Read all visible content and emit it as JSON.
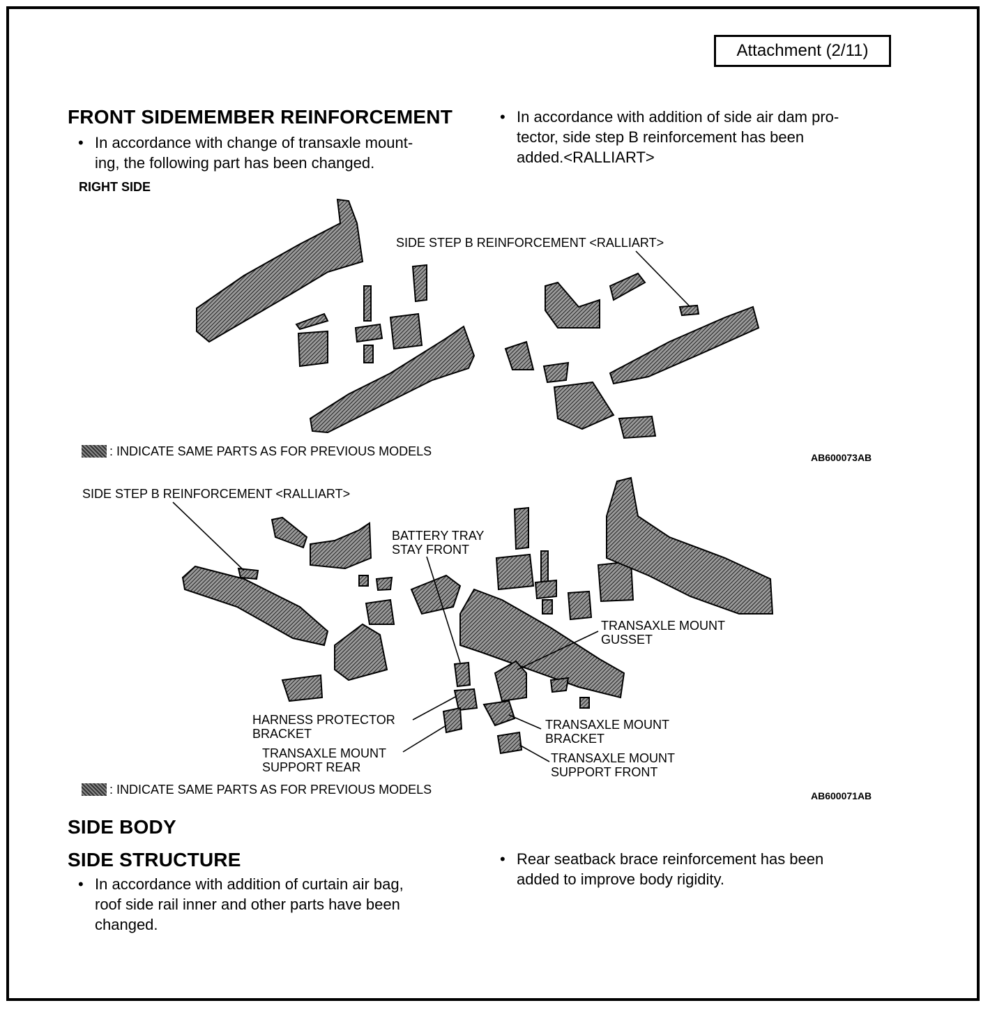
{
  "attachment": "Attachment (2/11)",
  "section1": {
    "title": "FRONT SIDEMEMBER REINFORCEMENT",
    "bullet_left": [
      "In accordance with change of transaxle mount-",
      "ing, the following part has been changed."
    ],
    "bullet_right": [
      "In accordance with addition of side air dam pro-",
      "tector, side step B reinforcement has been",
      "added.<RALLIART>"
    ]
  },
  "figure1": {
    "side_label": "RIGHT SIDE",
    "callout": "SIDE STEP B REINFORCEMENT <RALLIART>",
    "legend": ": INDICATE SAME PARTS AS FOR PREVIOUS MODELS",
    "code": "AB600073AB"
  },
  "figure2": {
    "callout_side_step": "SIDE STEP B REINFORCEMENT <RALLIART>",
    "callout_battery": "BATTERY TRAY\nSTAY FRONT",
    "callout_gusset": "TRANSAXLE MOUNT\nGUSSET",
    "callout_harness": "HARNESS PROTECTOR\nBRACKET",
    "callout_mount_bracket": "TRANSAXLE MOUNT\nBRACKET",
    "callout_support_rear": "TRANSAXLE MOUNT\nSUPPORT REAR",
    "callout_support_front": "TRANSAXLE MOUNT\nSUPPORT FRONT",
    "legend": ": INDICATE SAME PARTS AS FOR PREVIOUS MODELS",
    "code": "AB600071AB"
  },
  "section2": {
    "title": "SIDE BODY",
    "subtitle": "SIDE STRUCTURE",
    "bullet_left": [
      "In accordance with addition of curtain air bag,",
      "roof side rail inner and other parts have been",
      "changed."
    ],
    "bullet_right": [
      "Rear seatback brace reinforcement has been",
      "added to improve body rigidity."
    ]
  },
  "icons": {
    "bullet": "bullet-dot-icon",
    "legend": "hatched-swatch-icon"
  }
}
